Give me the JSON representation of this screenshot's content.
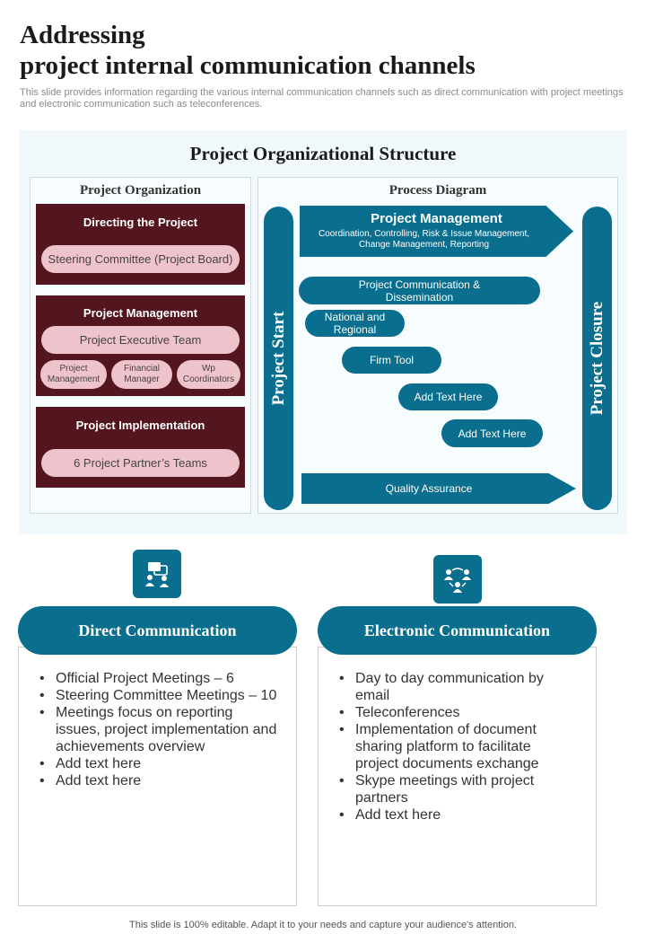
{
  "page": {
    "title_line1": "Addressing",
    "title_line2": "project internal communication channels",
    "subtitle": "This slide provides information regarding the various internal communication channels such as direct communication with project meetings and electronic communication such as teleconferences."
  },
  "structure": {
    "title": "Project Organizational Structure",
    "organization": {
      "heading": "Project Organization",
      "directing": {
        "label": "Directing the Project",
        "pill": "Steering Committee (Project Board)"
      },
      "management": {
        "label": "Project Management",
        "pill": "Project Executive Team",
        "roles": [
          {
            "line1": "Project",
            "line2": "Management"
          },
          {
            "line1": "Financial",
            "line2": "Manager"
          },
          {
            "line1": "Wp",
            "line2": "Coordinators"
          }
        ]
      },
      "implementation": {
        "label": "Project Implementation",
        "pill": "6 Project Partner’s Teams"
      }
    },
    "process": {
      "heading": "Process Diagram",
      "start": "Project Start",
      "closure": "Project Closure",
      "pm_title": "Project Management",
      "pm_sub1": "Coordination, Controlling, Risk & Issue Management,",
      "pm_sub2": "Change Management, Reporting",
      "comm1": "Project Communication &",
      "comm2": "Dissemination",
      "national1": "National and",
      "national2": "Regional",
      "firm": "Firm Tool",
      "add1": "Add Text Here",
      "add2": "Add Text Here",
      "quality": "Quality Assurance"
    }
  },
  "direct": {
    "heading": "Direct Communication",
    "icon": "meeting-icon",
    "items": [
      "Official Project Meetings – 6",
      "Steering Committee Meetings – 10",
      "Meetings focus on reporting issues, project implementation and achievements overview",
      "Add text here",
      "Add text here"
    ]
  },
  "electronic": {
    "heading": "Electronic Communication",
    "icon": "network-icon",
    "items": [
      "Day to day communication by email",
      "Teleconferences",
      "Implementation of document sharing platform to facilitate project documents exchange",
      "Skype meetings with project partners",
      "Add text here"
    ]
  },
  "footer": "This slide is 100% editable. Adapt it to your needs and capture your audience's attention.",
  "colors": {
    "teal": "#0a6e8e",
    "maroon": "#53161f",
    "pink": "#efc3cb",
    "panel": "#f1f9fc"
  }
}
